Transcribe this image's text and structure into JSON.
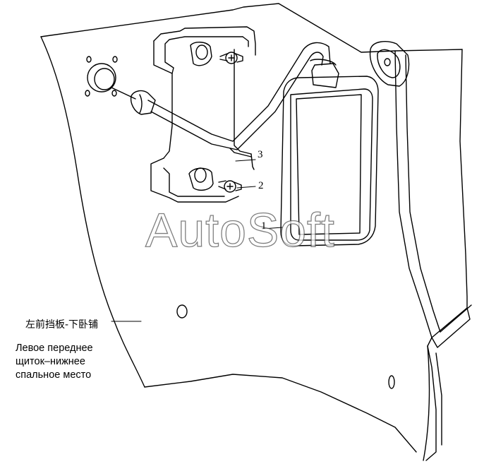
{
  "diagram": {
    "watermark": "AutoSoft",
    "part_label_cn": "左前挡板-下卧铺",
    "part_label_ru": [
      "Левое переднее",
      "щиток–нижнее",
      "спальное место"
    ],
    "callouts": {
      "one": "1",
      "two": "2",
      "three": "3"
    }
  }
}
